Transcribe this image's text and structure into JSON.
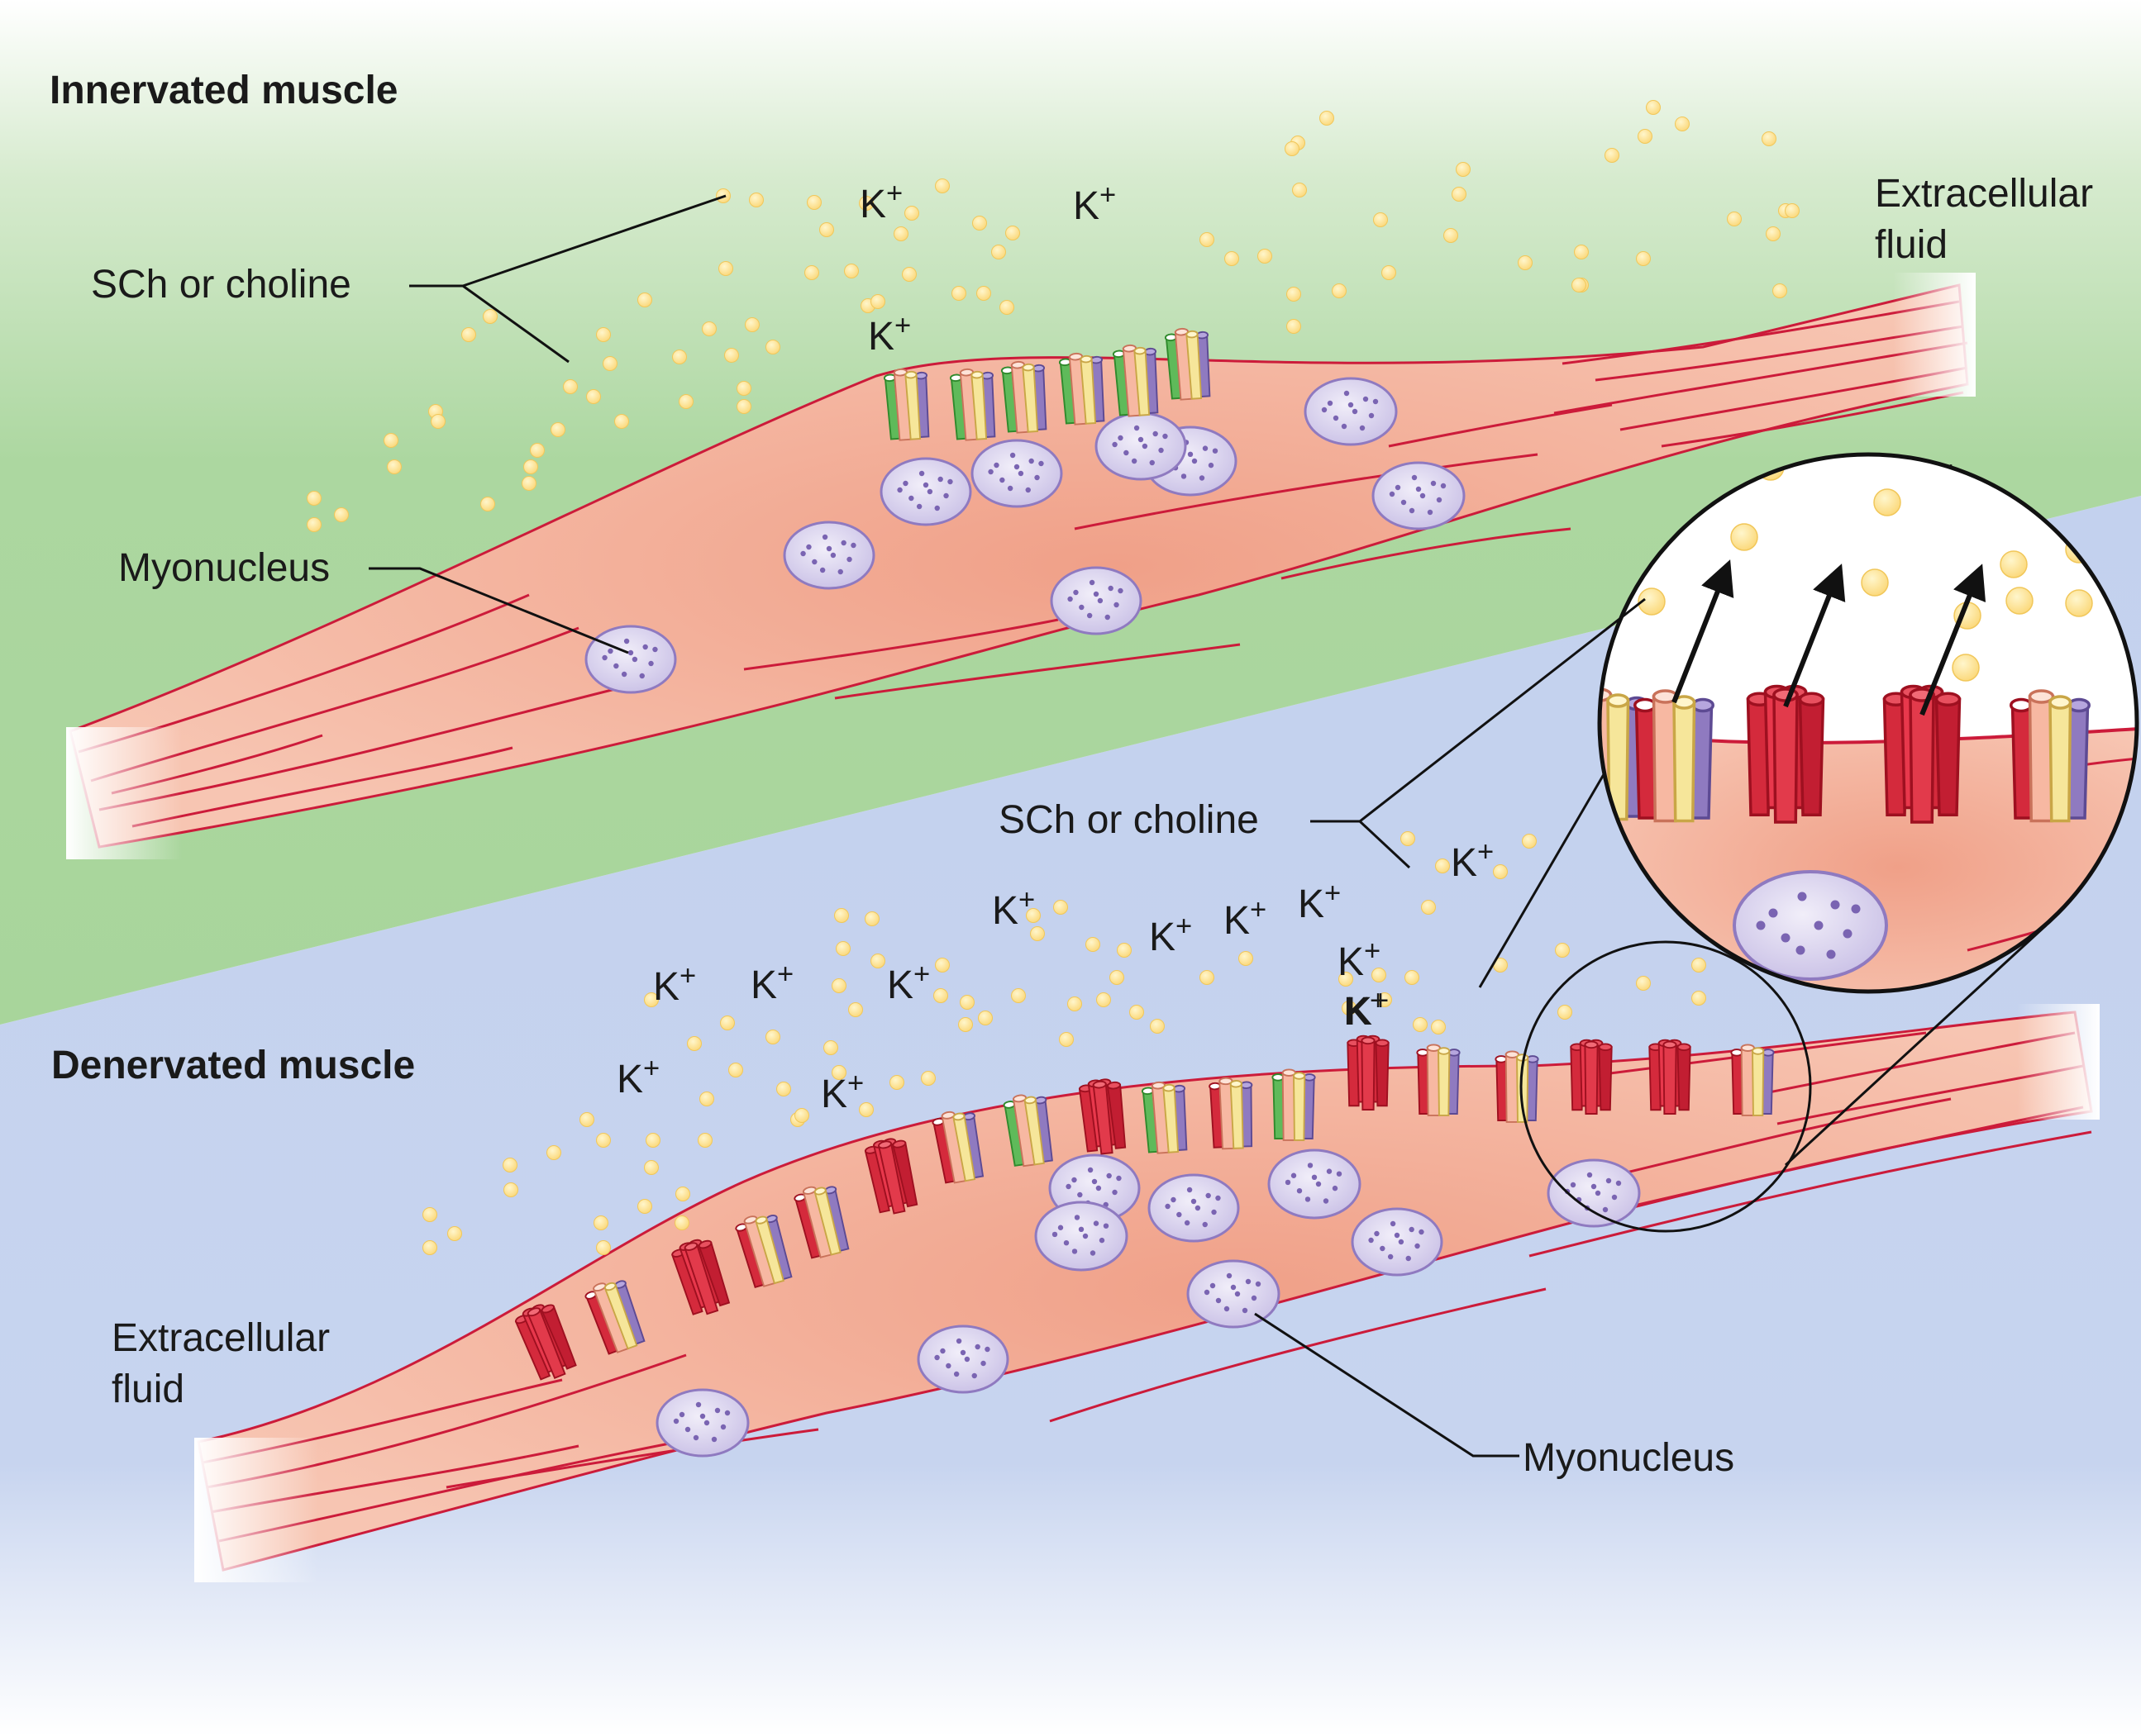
{
  "top_panel": {
    "title": "Innervated muscle",
    "label_agonist": "SCh or choline",
    "label_extracellular": [
      "Extracellular",
      "fluid"
    ],
    "label_nucleus": "Myonucleus",
    "potassium_label": "K",
    "potassium_charge": "+"
  },
  "bottom_panel": {
    "title": "Denervated muscle",
    "label_agonist": "SCh or choline",
    "label_extracellular": [
      "Extracellular",
      "fluid"
    ],
    "label_nucleus": "Myonucleus",
    "potassium_label": "K",
    "potassium_charge": "+"
  },
  "colors": {
    "top_background": "#acd7a0",
    "bottom_background": "#c6d3ee",
    "muscle_fill": "#f2ad93",
    "muscle_lines": "#cc1b3a",
    "nucleus_fill": "#dcd7ef",
    "nucleus_stroke": "#8f7ac0",
    "molecule": "#fde08a",
    "receptor_red": "#d42a3c",
    "receptor_pink": "#f7b8a2",
    "receptor_yellow": "#f6e69a",
    "receptor_purple": "#8f7ac0",
    "receptor_green": "#5fba5a"
  }
}
